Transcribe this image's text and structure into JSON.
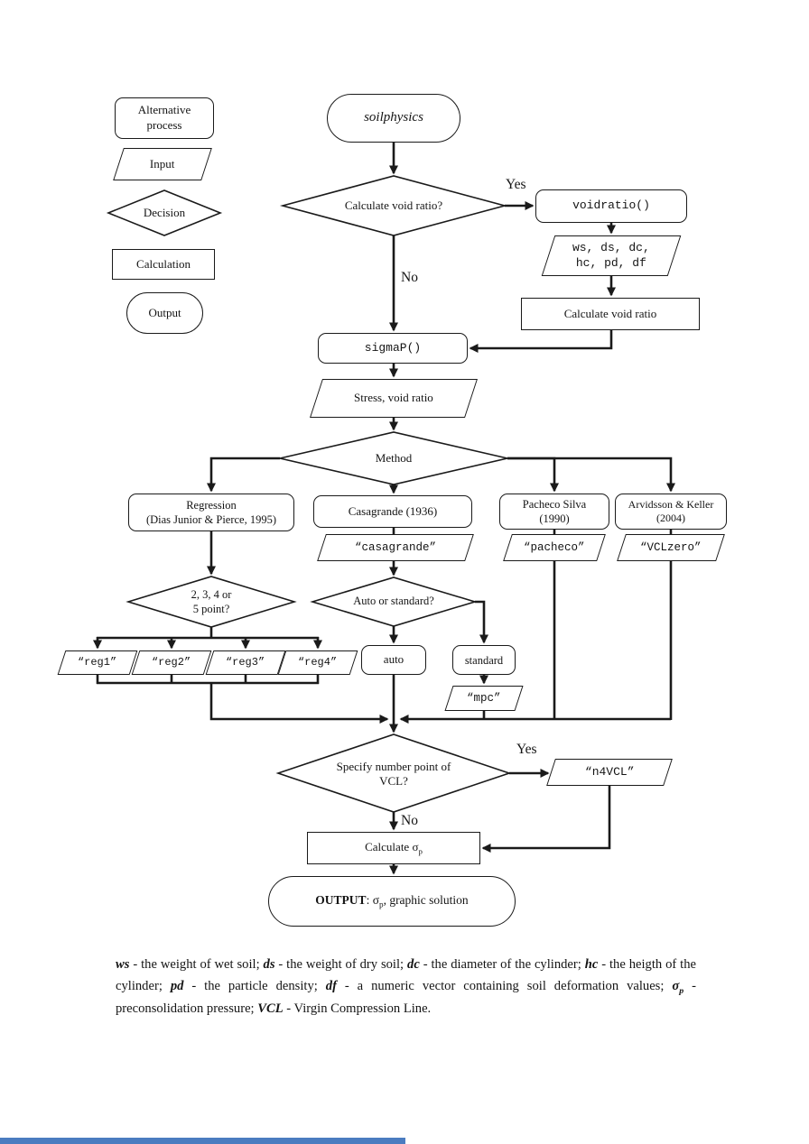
{
  "colors": {
    "ink": "#1a1a1a",
    "background": "#ffffff",
    "artifact_bar": "#4b7cc0"
  },
  "legend": {
    "alternative_process_1": "Alternative",
    "alternative_process_2": "process",
    "input": "Input",
    "decision": "Decision",
    "calculation": "Calculation",
    "output": "Output"
  },
  "flow": {
    "start": "soilphysics",
    "q_void_ratio": "Calculate void ratio?",
    "yes_void_ratio": "Yes",
    "no_void_ratio": "No",
    "fn_voidratio": "voidratio()",
    "in_args_1": "ws, ds, dc,",
    "in_args_2": "hc, pd, df",
    "calc_void_ratio": "Calculate void ratio",
    "fn_sigmap": "sigmaP()",
    "in_stress": "Stress, void ratio",
    "q_method": "Method",
    "m_regression_1": "Regression",
    "m_regression_2": "(Dias Junior & Pierce, 1995)",
    "m_casagrande": "Casagrande (1936)",
    "m_pacheco_1": "Pacheco Silva",
    "m_pacheco_2": "(1990)",
    "m_arvidsson_1": "Arvidsson & Keller",
    "m_arvidsson_2": "(2004)",
    "in_casagrande": "“casagrande”",
    "in_pacheco": "“pacheco”",
    "in_vclzero": "“VCLzero”",
    "q_points_1": "2, 3, 4 or",
    "q_points_2": "5 point?",
    "in_reg1": "“reg1”",
    "in_reg2": "“reg2”",
    "in_reg3": "“reg3”",
    "in_reg4": "“reg4”",
    "q_auto_standard": "Auto or standard?",
    "opt_auto": "auto",
    "opt_standard": "standard",
    "in_mpc": "“mpc”",
    "q_n4vcl_1": "Specify number point of",
    "q_n4vcl_2": "VCL?",
    "yes_n4vcl": "Yes",
    "no_n4vcl": "No",
    "in_n4vcl": "“n4VCL”",
    "calc_sigma": [
      {
        "t": "Calculate σ"
      },
      {
        "t": "p",
        "sub": true
      }
    ],
    "output": [
      {
        "t": "OUTPUT",
        "b": true
      },
      {
        "t": ": σ"
      },
      {
        "t": "p",
        "sub": true
      },
      {
        "t": ", graphic solution"
      }
    ]
  },
  "footnote": [
    {
      "t": "ws",
      "bi": true
    },
    {
      "t": " - the weight of wet soil; "
    },
    {
      "t": "ds",
      "bi": true
    },
    {
      "t": " - the weight of dry soil; "
    },
    {
      "t": "dc",
      "bi": true
    },
    {
      "t": " - the diameter of the cylinder; "
    },
    {
      "t": "hc",
      "bi": true
    },
    {
      "t": " - the heigth of the cylinder; "
    },
    {
      "t": "pd",
      "bi": true
    },
    {
      "t": " - the particle density; "
    },
    {
      "t": "df",
      "bi": true
    },
    {
      "t": " - a numeric vector containing soil deformation values; "
    },
    {
      "t": "σ",
      "bi": true
    },
    {
      "t": "p",
      "bi": true,
      "sub": true
    },
    {
      "t": " - preconsolidation pressure; "
    },
    {
      "t": "VCL",
      "bi": true
    },
    {
      "t": " - Virgin Compression Line."
    }
  ]
}
